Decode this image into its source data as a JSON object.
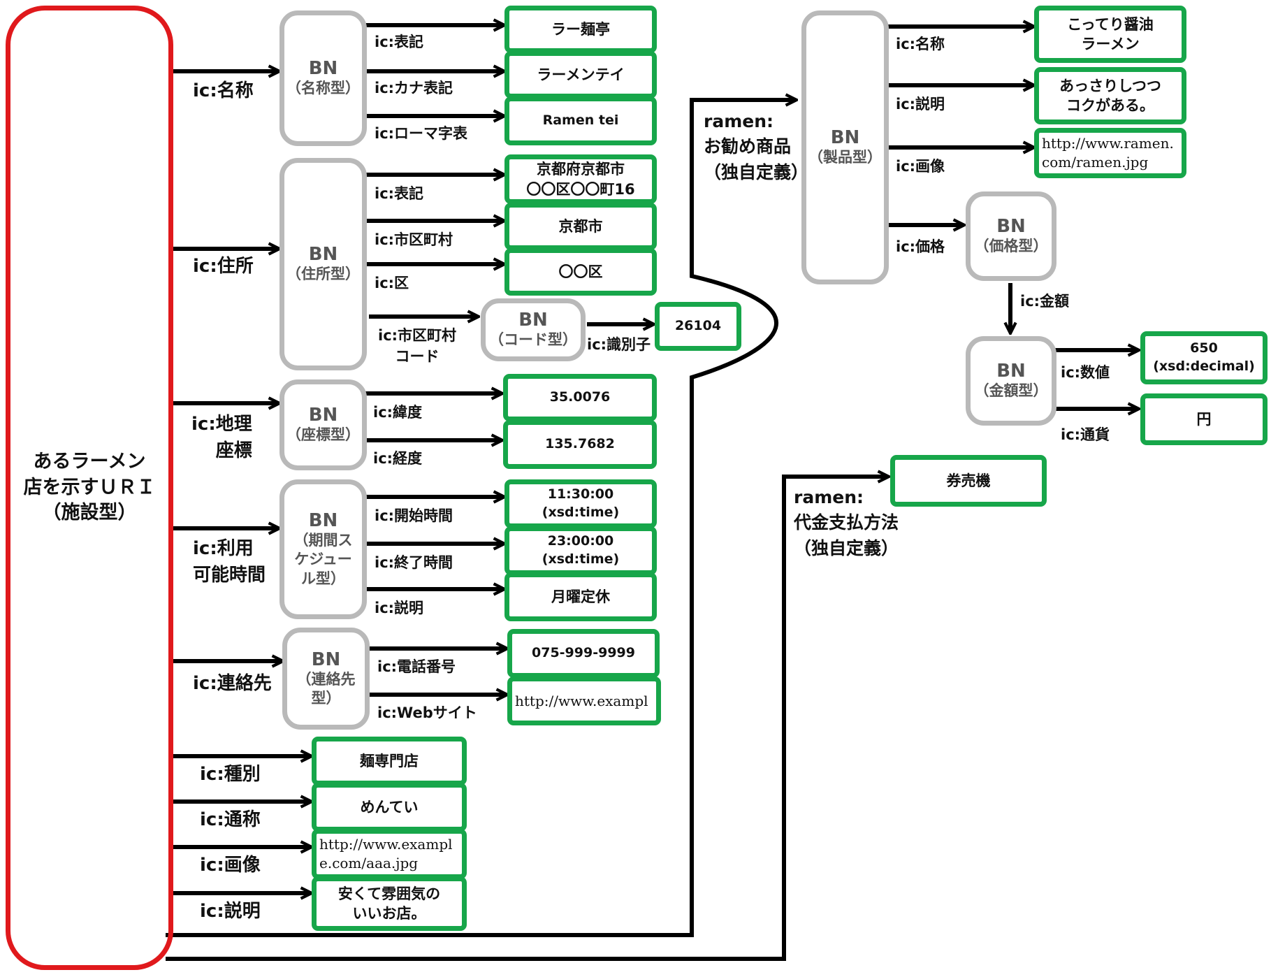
{
  "colors": {
    "root": "#e0191c",
    "blank_node": "#b9b9b9",
    "literal": "#17a64a",
    "arrow": "#000000"
  },
  "root": {
    "label": "あるラーメン\n店を示すＵＲＩ\n（施設型）"
  },
  "facility": {
    "name": {
      "pred": "ic:名称",
      "bn_type": "（名称型）",
      "props": [
        {
          "pred": "ic:表記",
          "value": "ラー麺亭"
        },
        {
          "pred": "ic:カナ表記",
          "value": "ラーメンテイ"
        },
        {
          "pred": "ic:ローマ字表",
          "value": "Ramen tei"
        }
      ]
    },
    "address": {
      "pred": "ic:住所",
      "bn_type": "（住所型）",
      "props": [
        {
          "pred": "ic:表記",
          "value": "京都府京都市\n〇〇区〇〇町16"
        },
        {
          "pred": "ic:市区町村",
          "value": "京都市"
        },
        {
          "pred": "ic:区",
          "value": "〇〇区"
        }
      ],
      "code": {
        "pred": "ic:市区町村\nコード",
        "bn_type": "（コード型）",
        "id_pred": "ic:識別子",
        "value": "26104"
      }
    },
    "geo": {
      "pred": "ic:地理\n座標",
      "bn_type": "（座標型）",
      "props": [
        {
          "pred": "ic:緯度",
          "value": "35.0076"
        },
        {
          "pred": "ic:経度",
          "value": "135.7682"
        }
      ]
    },
    "hours": {
      "pred": "ic:利用\n可能時間",
      "bn_type": "（期間ス\nケジュー\nル型）",
      "props": [
        {
          "pred": "ic:開始時間",
          "value": "11:30:00\n(xsd:time)"
        },
        {
          "pred": "ic:終了時間",
          "value": "23:00:00\n(xsd:time)"
        },
        {
          "pred": "ic:説明",
          "value": "月曜定休"
        }
      ]
    },
    "contact": {
      "pred": "ic:連絡先",
      "bn_type": "（連絡先\n型）",
      "props": [
        {
          "pred": "ic:電話番号",
          "value": "075-999-9999"
        },
        {
          "pred": "ic:Webサイト",
          "value": "http://www.exampl"
        }
      ]
    },
    "direct": [
      {
        "pred": "ic:種別",
        "value": "麺専門店"
      },
      {
        "pred": "ic:通称",
        "value": "めんてい"
      },
      {
        "pred": "ic:画像",
        "value": "http://www.exampl\ne.com/aaa.jpg"
      },
      {
        "pred": "ic:説明",
        "value": "安くて雰囲気の\nいいお店。"
      }
    ]
  },
  "recommend": {
    "pred": "ramen:\nお勧め商品\n（独自定義）",
    "bn_type": "（製品型）",
    "props": [
      {
        "pred": "ic:名称",
        "value": "こってり醤油\nラーメン"
      },
      {
        "pred": "ic:説明",
        "value": "あっさりしつつ\nコクがある。"
      },
      {
        "pred": "ic:画像",
        "value": "http://www.ramen.\ncom/ramen.jpg"
      }
    ],
    "price": {
      "pred": "ic:価格",
      "bn_type": "（価格型）",
      "amount_pred": "ic:金額",
      "amount_bn_type": "（金額型）",
      "props": [
        {
          "pred": "ic:数値",
          "value": "650\n(xsd:decimal)"
        },
        {
          "pred": "ic:通貨",
          "value": "円"
        }
      ]
    }
  },
  "payment": {
    "pred": "ramen:\n代金支払方法\n（独自定義）",
    "value": "券売機"
  },
  "bn_title": "BN"
}
